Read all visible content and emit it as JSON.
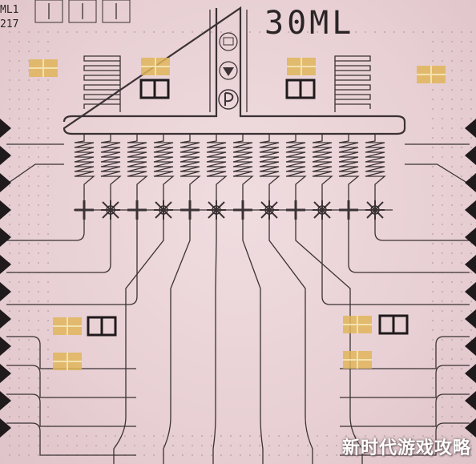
{
  "chip": {
    "main_label": "30ML",
    "code_line1": "ML1",
    "code_line2": "217"
  },
  "watermark": "新时代游戏攻略",
  "colors": {
    "substrate": "#e9d3d6",
    "metal": "#3a3234",
    "gold_pad": "#e0b55a"
  }
}
